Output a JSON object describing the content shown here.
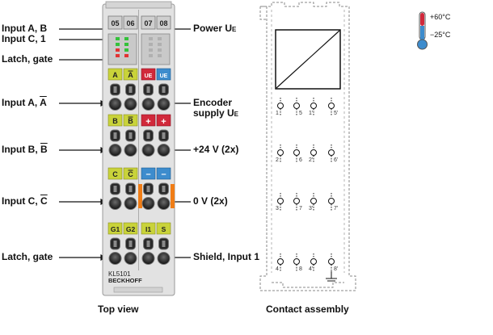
{
  "left_labels": [
    {
      "id": "in-ab",
      "text": "Input A, B"
    },
    {
      "id": "in-c1",
      "text": "Input C, 1"
    },
    {
      "id": "latch1",
      "text": "Latch, gate"
    },
    {
      "id": "in-a",
      "prefix": "Input A, ",
      "over": "A"
    },
    {
      "id": "in-b",
      "prefix": "Input B, ",
      "over": "B"
    },
    {
      "id": "in-c",
      "prefix": "Input C, ",
      "over": "C"
    },
    {
      "id": "latch2",
      "text": "Latch, gate"
    }
  ],
  "right_labels": {
    "power": "Power U",
    "power_sub": "E",
    "encoder_line1": "Encoder",
    "encoder_line2": "supply U",
    "encoder_sub": "E",
    "v24": "+24 V (2x)",
    "v0": "0 V (2x)",
    "shield": "Shield, Input 1"
  },
  "terminal": {
    "top_numbers": [
      "05",
      "06",
      "07",
      "08"
    ],
    "rows": [
      {
        "left": [
          "A",
          "A"
        ],
        "left_over": [
          false,
          true
        ],
        "left_color": "#c9d33a",
        "right": [
          "UE",
          "UE"
        ],
        "right_color": [
          "#d1293b",
          "#3d8ccd"
        ]
      },
      {
        "left": [
          "B",
          "B"
        ],
        "left_over": [
          false,
          true
        ],
        "left_color": "#c9d33a",
        "right": [
          "+",
          "+"
        ],
        "right_color": [
          "#d1293b",
          "#d1293b"
        ]
      },
      {
        "left": [
          "C",
          "C"
        ],
        "left_over": [
          false,
          true
        ],
        "left_color": "#c9d33a",
        "right": [
          "–",
          "–"
        ],
        "right_color": [
          "#3d8ccd",
          "#3d8ccd"
        ]
      },
      {
        "left": [
          "G1",
          "G2"
        ],
        "left_over": [
          false,
          false
        ],
        "left_color": "#c9d33a",
        "right": [
          "I1",
          "S"
        ],
        "right_color": [
          "#c9d33a",
          "#c9d33a"
        ]
      }
    ],
    "model": "KL5101",
    "brand": "BECKHOFF"
  },
  "contact_assembly": {
    "rows": [
      [
        "1",
        "5",
        "1'",
        "5'"
      ],
      [
        "2",
        "6",
        "2'",
        "6'"
      ],
      [
        "3",
        "7",
        "3'",
        "7'"
      ],
      [
        "4",
        "8",
        "4'",
        "8'"
      ]
    ]
  },
  "temperature": {
    "high": "+60°C",
    "low": "−25°C"
  },
  "captions": {
    "top_view": "Top view",
    "contact_assembly": "Contact assembly"
  },
  "colors": {
    "yellow": "#c9d33a",
    "red": "#d1293b",
    "blue": "#3d8ccd",
    "orange": "#f07d16",
    "housing": "#e3e3e3"
  }
}
